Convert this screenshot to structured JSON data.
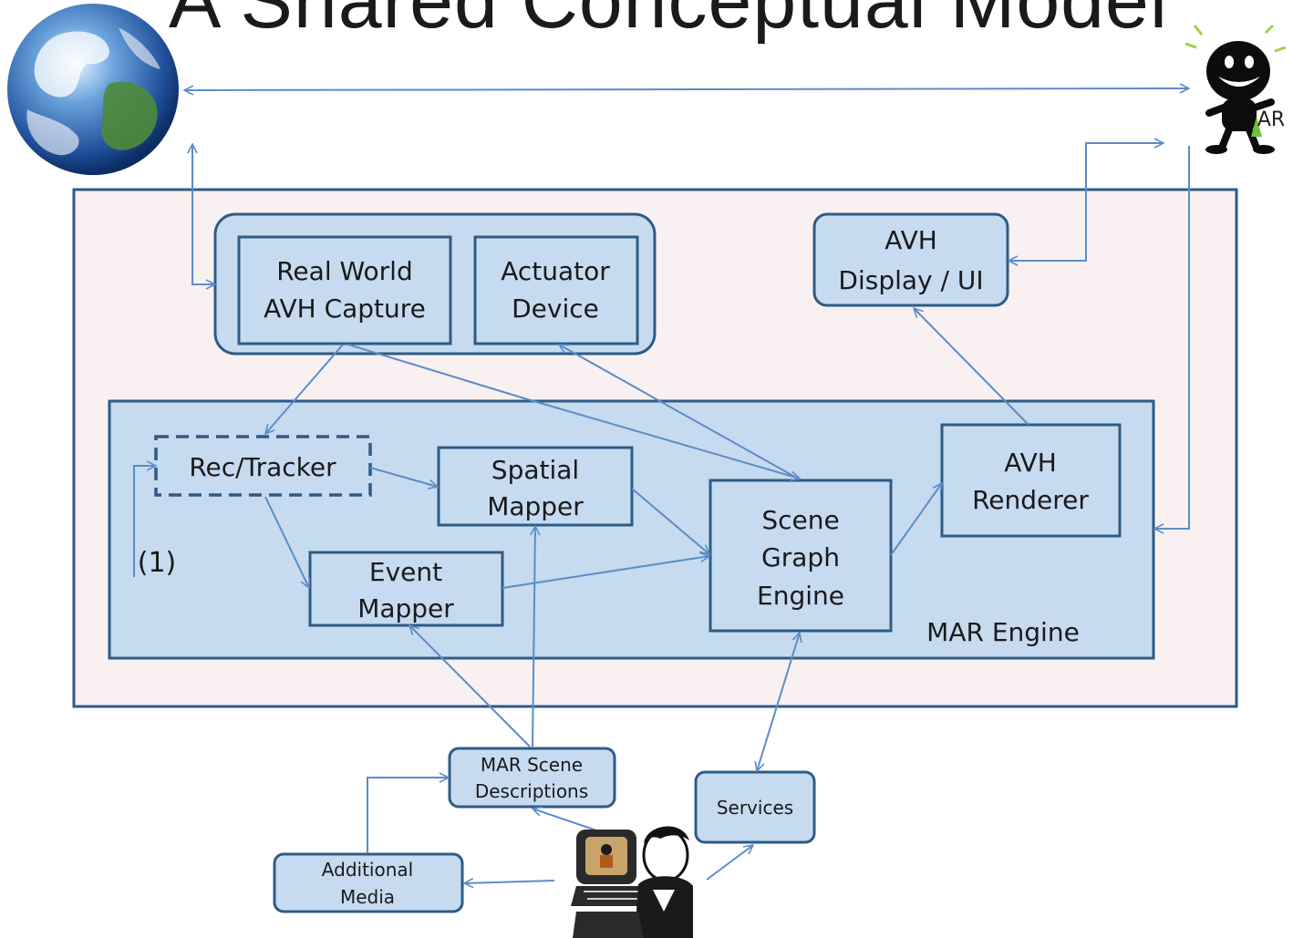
{
  "title": "A Shared Conceptual Model",
  "boxes": {
    "real_world_capture": [
      "Real World",
      "AVH Capture"
    ],
    "actuator_device": [
      "Actuator",
      "Device"
    ],
    "avh_display_ui": [
      "AVH",
      "Display / UI"
    ],
    "rec_tracker": [
      "Rec/Tracker"
    ],
    "spatial_mapper": [
      "Spatial",
      "Mapper"
    ],
    "scene_graph_engine": [
      "Scene",
      "Graph",
      "Engine"
    ],
    "avh_renderer": [
      "AVH",
      "Renderer"
    ],
    "event_mapper": [
      "Event",
      "Mapper"
    ],
    "mar_scene_descriptions": [
      "MAR Scene",
      "Descriptions"
    ],
    "services": [
      "Services"
    ],
    "additional_media": [
      "Additional",
      "Media"
    ]
  },
  "labels": {
    "mar_engine": "MAR Engine",
    "loop_label": "(1)",
    "ar_badge": "AR"
  },
  "icons": {
    "earth": "earth-globe-icon",
    "user": "ar-user-smiley-icon",
    "author": "author-at-computer-icon"
  },
  "colors": {
    "box_fill": "#c6dbf0",
    "box_stroke": "#2e5b86",
    "outer_fill": "#f9f1f1",
    "arrow": "#5b8dc7",
    "text": "#1a1a1a"
  }
}
